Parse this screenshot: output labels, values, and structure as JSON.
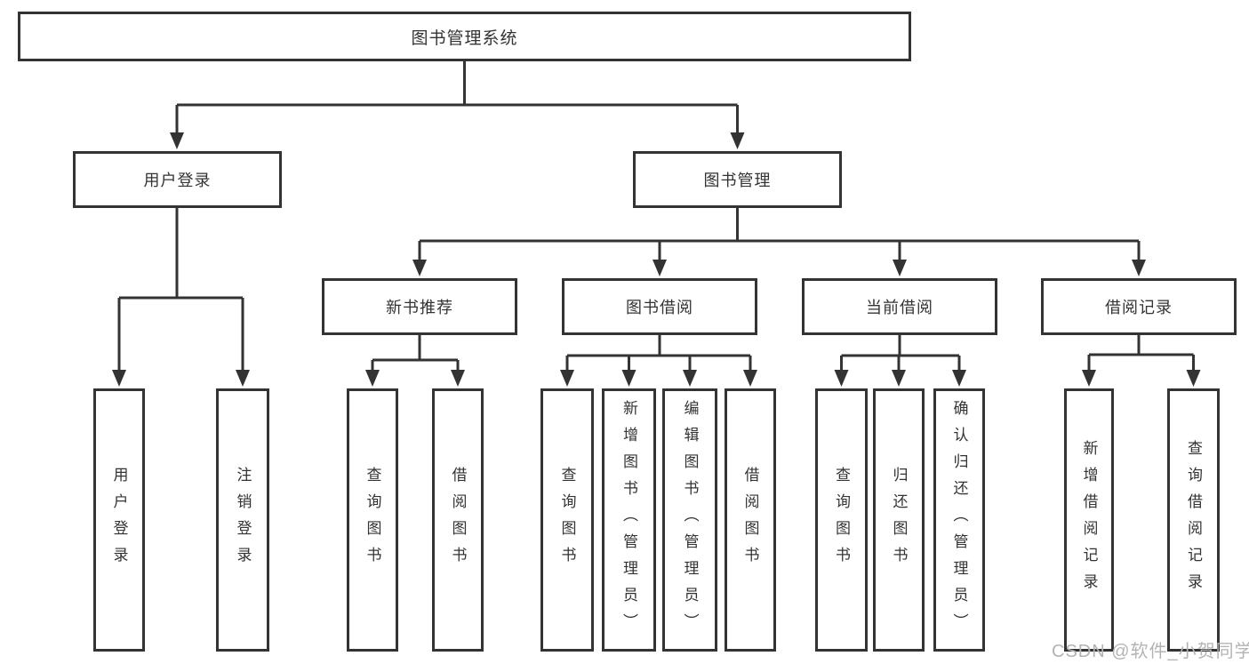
{
  "tree": {
    "root": "图书管理系统",
    "branches": [
      {
        "label": "用户登录",
        "children": [
          "用户登录",
          "注销登录"
        ]
      },
      {
        "label": "图书管理",
        "groups": [
          {
            "label": "新书推荐",
            "children": [
              "查询图书",
              "借阅图书"
            ]
          },
          {
            "label": "图书借阅",
            "children": [
              "查询图书",
              "新增图书（管理员）",
              "编辑图书（管理员）",
              "借阅图书"
            ]
          },
          {
            "label": "当前借阅",
            "children": [
              "查询图书",
              "归还图书",
              "确认归还（管理员）"
            ]
          },
          {
            "label": "借阅记录",
            "children": [
              "新增借阅记录",
              "查询借阅记录"
            ]
          }
        ]
      }
    ]
  },
  "watermark": "CSDN @软件_小贺同学",
  "colors": {
    "line": "#333333",
    "text": "#333333",
    "box_background": "#ffffff",
    "watermark": "#b3b3b3"
  }
}
